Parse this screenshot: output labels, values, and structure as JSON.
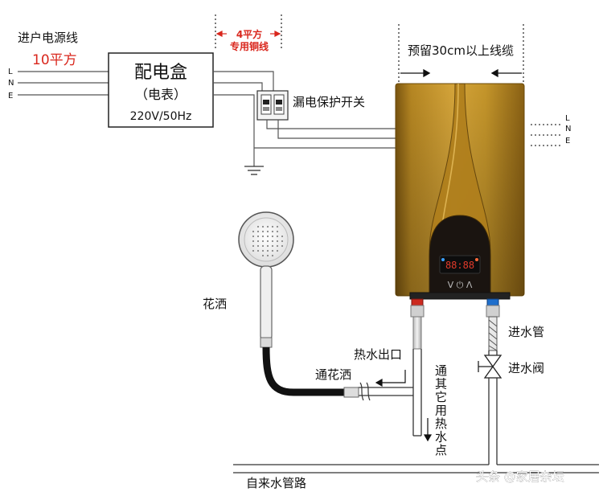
{
  "power": {
    "incoming_label": "进户电源线",
    "incoming_size": "10平方",
    "lines": [
      "L",
      "N",
      "E"
    ]
  },
  "distribution_box": {
    "title": "配电盒",
    "subtitle": "（电表）",
    "rating": "220V/50Hz"
  },
  "copper_wire": {
    "line1": "4平方",
    "line2": "专用铜线"
  },
  "breaker_label": "漏电保护开关",
  "clearance_label": "预留30cm以上线缆",
  "heater_lines": [
    "L",
    "N",
    "E"
  ],
  "labels": {
    "shower": "花洒",
    "hot_water_outlet": "热水出口",
    "to_shower": "通花洒",
    "other_outlets": "通其它用热水点",
    "inlet_pipe": "进水管",
    "inlet_valve": "进水阀",
    "mains_pipe": "自来水管路"
  },
  "display": {
    "readout": "88:88",
    "buttons": "V ⏻ Λ"
  },
  "watermark": "头条 @家居杂坛",
  "colors": {
    "heater_gold": "#c2921f",
    "heater_dark": "#6b4a08",
    "accent_red": "#d9261c",
    "hose_black": "#111111"
  }
}
